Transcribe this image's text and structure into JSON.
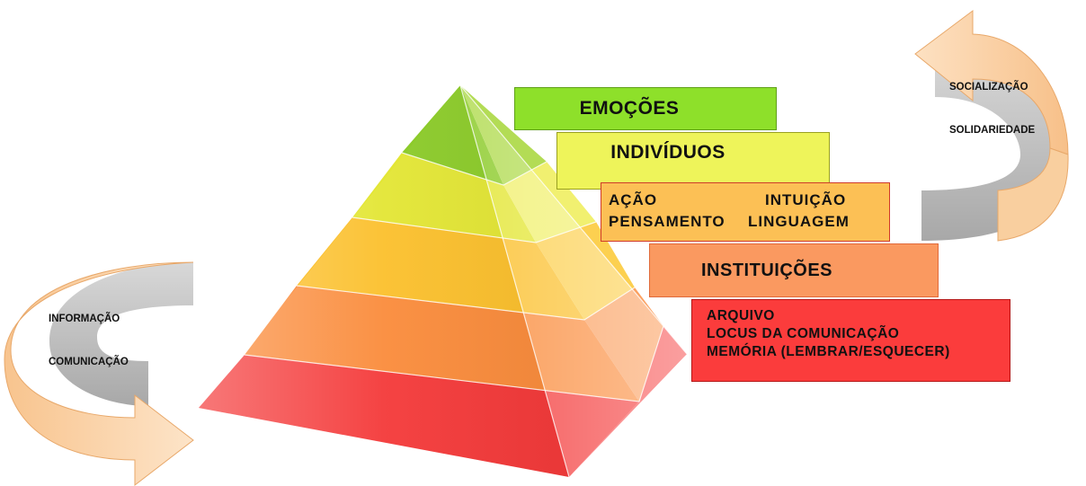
{
  "levels": {
    "emocoes": "EMOÇÕES",
    "individuos": "INDIVÍDUOS",
    "acao": "AÇÃO",
    "intuicao": "INTUIÇÃO",
    "pensamento": "PENSAMENTO",
    "linguagem": "LINGUAGEM",
    "instituicoes": "INSTITUIÇÕES",
    "arquivo": "ARQUIVO",
    "locus": "LOCUS DA COMUNICAÇÃO",
    "memoria": "MEMÓRIA (LEMBRAR/ESQUECER)"
  },
  "right_arrow": {
    "line1": "SOCIALIZAÇÃO",
    "line2": "SOLIDARIEDADE"
  },
  "left_arrow": {
    "line1": "INFORMAÇÃO",
    "line2": "COMUNICAÇÃO"
  },
  "colors": {
    "level1": "#8ccb2a",
    "level2": "#e3e635",
    "level3": "#fbc02d",
    "level4": "#fa8c3c",
    "level5": "#f43a3a",
    "arrow": "#fbd2a8",
    "arrow_shadow": "#c8c8c8"
  }
}
